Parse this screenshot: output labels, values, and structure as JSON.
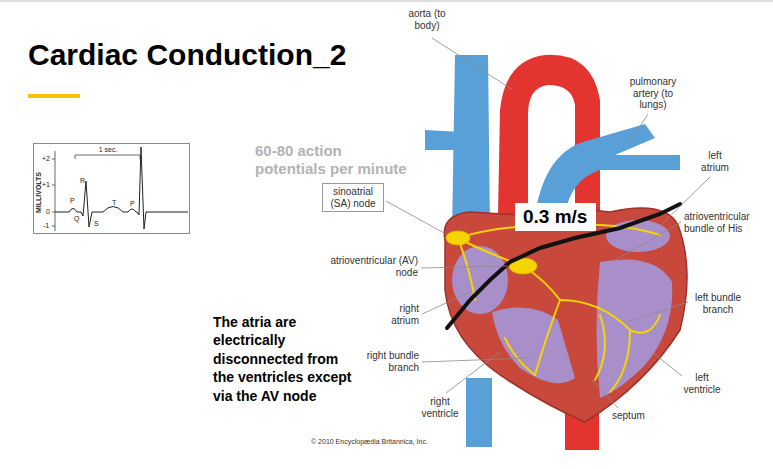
{
  "diagram": {
    "title": "Cardiac Conduction_2",
    "nodes": [
      {
        "text": [
          "1 sec.",
          "MILLIVOLTS",
          "+2",
          "+1",
          "0",
          "-1",
          "P",
          "Q",
          "R",
          "S",
          "T",
          "P"
        ]
      },
      {
        "text": [
          "sinoatrial (SA) node"
        ]
      },
      {
        "text": [
          "0.3 m/s"
        ]
      }
    ],
    "labels": [
      "aorta (to body)",
      "pulmonary artery (to lungs)",
      "60-80 action potentials per minute",
      "left atrium",
      "atrioventricular bundle of His",
      "atrioventricular (AV) node",
      "right atrium",
      "left bundle branch",
      "The atria are electrically disconnected from the ventricles except via the AV node",
      "right bundle branch",
      "left ventricle",
      "right ventricle",
      "septum",
      "© 2010 Encyclopædia Britannica, Inc."
    ]
  }
}
